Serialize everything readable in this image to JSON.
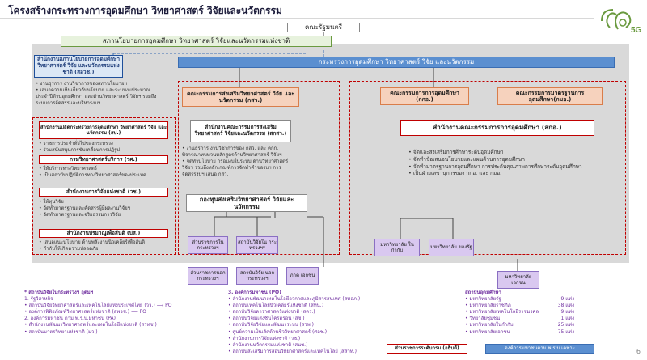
{
  "title": "โครงสร้างกระทรวงการอุดมศึกษา วิทยาศาสตร์ วิจัยและนวัตกรรม",
  "logo_text": "5G",
  "cabinet": "คณะรัฐมนตรี",
  "policy_council": "สภานโยบายการอุดมศึกษา วิทยาศาสตร์ วิจัยและนวัตกรรมแห่งชาติ",
  "policy_office": "สำนักงานสภานโยบายการอุดมศึกษา วิทยาศาสตร์ วิจัย และนวัตกรรมแห่งชาติ (สอวช.)",
  "policy_office_notes": [
    "• งานธุรการ งานวิชาการของสภานโยบายฯ",
    "• เสนอความเห็นเกี่ยวกับนโยบาย และระบบงบประมาณ",
    "ประจำปีด้านอุดมศึกษา และด้านวิทยาศาสตร์ วิจัยฯ รวมถึง",
    "ระบบการจัดสรรและบริหารงบฯ"
  ],
  "ministry": "กระทรวงการอุดมศึกษา วิทยาศาสตร์ วิจัย และนวัตกรรม",
  "left_group": {
    "office": "สำนักงานปลัดกระทรวงการอุดมศึกษา วิทยาศาสตร์ วิจัย และนวัตกรรม (สป.)",
    "office_notes": [
      "• ราชการประจำทั่วไปของกระทรวง",
      "• ร่วมสนับสนุนการขับเคลื่อนการปฏิรูป"
    ],
    "sci_dept": "กรมวิทยาศาสตร์บริการ (วศ.)",
    "sci_notes": [
      "• ให้บริการทางวิทยาศาสตร์",
      "• เป็นสถาบันปฏิบัติการทางวิทยาศาสตร์ของประเทศ"
    ],
    "nrct": "สำนักงานการวิจัยแห่งชาติ (วช.)",
    "nrct_notes": [
      "• ให้ทุนวิจัย",
      "• จัดทำมาตรฐานและคัดสรรผู้มีผลงานวิจัยฯ",
      "• จัดทำมาตรฐานและจริยธรรมการวิจัย"
    ],
    "oap": "สำนักงานปรมาณูเพื่อสันติ (ปส.)",
    "oap_notes": [
      "• เสนอแนะนโยบาย ด้านพลังงานนิวเคลียร์เพื่อสันติ",
      "• กำกับให้เกิดความปลอดภัย"
    ]
  },
  "middle_group": {
    "board": "คณะกรรมการส่งเสริมวิทยาศาสตร์ วิจัย และนวัตกรรม (กสว.)",
    "office": "สำนักงานคณะกรรมการส่งเสริมวิทยาศาสตร์ วิจัยและนวัตกรรม (สกสว.)",
    "notes": [
      "• งานธุรการ งานวิชาการของ กสว. และ คกก.",
      "พิจารณาทบทวนหลักสูตรด้านวิทยาศาสตร์ วิจัยฯ",
      "• จัดทำนโยบาย กรอบงบในระบบ ด้านวิทยาศาสตร์",
      "วิจัยฯ รวมถึงหลักเกณฑ์การจัดทำคำของบฯ การ",
      "จัดสรรงบฯ เสนอ กสว."
    ],
    "fund": "กองทุนส่งเสริมวิทยาศาสตร์ วิจัยและนวัตกรรม"
  },
  "right_group": {
    "board_higher": "คณะกรรมการการอุดมศึกษา (กกอ.)",
    "board_standard": "คณะกรรมการมาตรฐานการอุดมศึกษา(กมอ.)",
    "office": "สำนักงานคณะกรรมการการอุดมศึกษา (สกอ.)",
    "notes": [
      "• จัดและส่งเสริมการศึกษาระดับอุดมศึกษา",
      "• จัดทำข้อเสนอนโยบายและแผนด้านการอุดมศึกษา",
      "• จัดทำมาตรฐานการอุดมศึกษา การประกันคุณภาพการศึกษาระดับอุดมศึกษา",
      "• เป็นฝ่ายเลขานุการของ กกอ. และ กมอ."
    ]
  },
  "purple_units": {
    "state_enterprise": "ส่วนราชการใน กระทรวงฯ",
    "research_inst_in": "สถาบันวิจัยใน กระทรวงฯ*",
    "state_outside": "ส่วนราชการนอก กระทรวงฯ",
    "research_inst_out": "สถาบันวิจัย นอกกระทรวงฯ",
    "private": "ภาค เอกชน",
    "univ_public": "มหาวิทยาลัย ในกำกับ",
    "univ_state": "มหาวิทยาลัย ของรัฐ",
    "univ_private": "มหาวิทยาลัย เอกชน"
  },
  "footnotes_left": {
    "heading": "* สถาบันวิจัยในกระทรวงฯ อุดมฯ",
    "items": [
      "1. รัฐวิสาหกิจ",
      "• สถาบันวิจัยวิทยาศาสตร์และเทคโนโลยีแห่งประเทศไทย (วว.) ⟶ PO",
      "• องค์การพิพิธภัณฑ์วิทยาศาสตร์แห่งชาติ (อพวช.) ⟶ PO",
      "2. องค์การมหาชน ตาม พ.ร.บ.มหาชน (PA)",
      "• สำนักงานพัฒนาวิทยาศาสตร์และเทคโนโลยีแห่งชาติ (สวทช.)",
      "• สถาบันมาตรวิทยาแห่งชาติ (มว.)"
    ]
  },
  "footnotes_mid": {
    "heading": "3. องค์การมหาชน (PO)",
    "items": [
      "• สำนักงานพัฒนาเทคโนโลยีอวกาศและภูมิสารสนเทศ (สทอภ.)",
      "• สถาบันเทคโนโลยีนิวเคลียร์แห่งชาติ (สทน.)",
      "• สถาบันวิจัยดาราศาสตร์แห่งชาติ (สดร.)",
      "• สถาบันวิจัยแสงซินโครตรอน (สซ.)",
      "• สถาบันวิจัยวิจัยและพัฒนาระบบ (สวพ.)",
      "• ศูนย์ความเป็นเลิศด้านชีววิทยาศาสตร์ (ศลช.)",
      "• สำนักงานการวิจัยแห่งชาติ (วช.)",
      "• สำนักงานนวัตกรรมแห่งชาติ (สนช.)",
      "• สถาบันส่งเสริมการสอนวิทยาศาสตร์และเทคโนโลยี (สสวท.)"
    ]
  },
  "footnotes_right": {
    "heading": "สถาบันอุดมศึกษา",
    "rows": [
      {
        "label": "• มหาวิทยาลัยรัฐ",
        "value": "9 แห่ง"
      },
      {
        "label": "• มหาวิทยาลัยราชภัฏ",
        "value": "38 แห่ง"
      },
      {
        "label": "• มหาวิทยาลัยเทคโนโลยีราชมงคล",
        "value": "9 แห่ง"
      },
      {
        "label": "• วิทยาลัยชุมชน",
        "value": "1 แห่ง"
      },
      {
        "label": "• มหาวิทยาลัยในกำกับ",
        "value": "25 แห่ง"
      },
      {
        "label": "• มหาวิทยาลัยเอกชน",
        "value": "75 แห่ง"
      }
    ]
  },
  "legend_red": "ส่วนราชการระดับกรม (อธิบดี)",
  "legend_blue": "องค์การมหาชนตาม พ.ร.บ.เฉพาะ",
  "page_number": "6"
}
